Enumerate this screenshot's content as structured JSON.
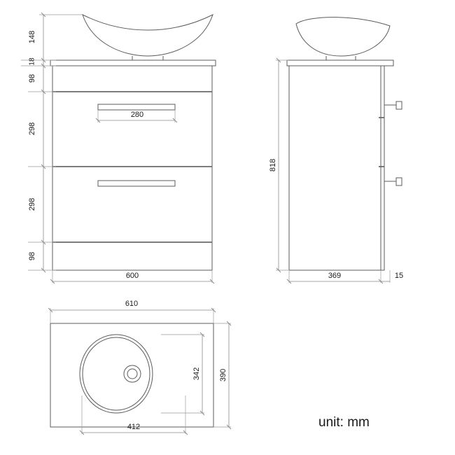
{
  "document": {
    "type": "technical-drawing",
    "subject": "Bathroom vanity unit with countertop basin",
    "unit_note": "unit:  mm",
    "background_color": "#ffffff",
    "line_color": "#5b5b5b",
    "dimension_color": "#8a8a8a",
    "text_color": "#1a1a1a"
  },
  "views": {
    "front": {
      "name": "front-elevation",
      "dimensions": {
        "basin_height": "148",
        "countertop_thickness": "18",
        "top_panel": "98",
        "upper_drawer": "298",
        "lower_drawer": "298",
        "bottom_panel": "98",
        "overall_width": "600",
        "handle_width": "280"
      }
    },
    "side": {
      "name": "side-elevation",
      "dimensions": {
        "overall_height": "818",
        "cabinet_depth": "369",
        "handle_projection": "15"
      }
    },
    "top": {
      "name": "top-plan",
      "dimensions": {
        "counter_width": "610",
        "counter_depth": "390",
        "basin_depth": "342",
        "basin_width": "412"
      }
    }
  },
  "labels": {
    "v148": "148",
    "v18": "18",
    "v98a": "98",
    "v298a": "298",
    "v298b": "298",
    "v98b": "98",
    "v600": "600",
    "v280": "280",
    "v818": "818",
    "v369": "369",
    "v15": "15",
    "v610": "610",
    "v390": "390",
    "v342": "342",
    "v412": "412",
    "unit": "unit:  mm"
  }
}
